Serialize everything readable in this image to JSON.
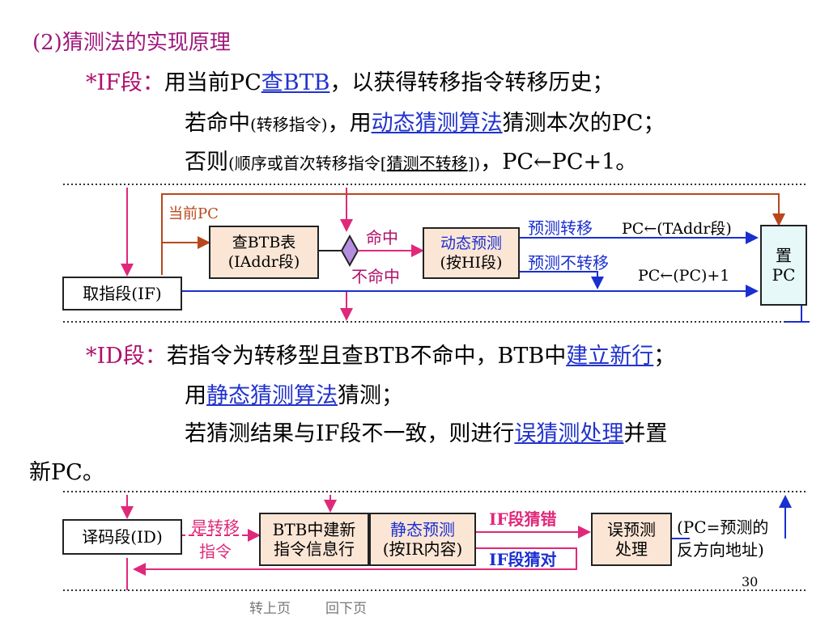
{
  "title": "(2)猜测法的实现原理",
  "if_section": {
    "marker": "*IF段：",
    "line1_a": "用当前PC",
    "line1_link": "查BTB",
    "line1_b": "，以获得转移指令转移历史；",
    "line2_a": "若命中",
    "line2_small": "(转移指令)",
    "line2_b": "，用",
    "line2_link": "动态猜测算法",
    "line2_c": "猜测本次的PC；",
    "line3_a": "否则",
    "line3_small_a": "(顺序或首次转移指令[",
    "line3_small_und": "猜测不转移",
    "line3_small_b": "])",
    "line3_b": "，PC←PC+1。"
  },
  "diagram1": {
    "current_pc": "当前PC",
    "btb_box_line1": "查BTB表",
    "btb_box_line2": "(IAddr段)",
    "hit": "命中",
    "miss": "不命中",
    "dyn_box_line1": "动态预测",
    "dyn_box_line2": "(按HI段)",
    "predict_taken": "预测转移",
    "pc_taddr": "PC←(TAddr段)",
    "predict_not_taken": "预测不转移",
    "pc_plus1": "PC←(PC)+1",
    "set_pc_line1": "置",
    "set_pc_line2": "PC",
    "fetch_stage": "取指段(IF)"
  },
  "id_section": {
    "marker": "*ID段：",
    "line1_a": "若指令为转移型且查BTB不命中，BTB中",
    "line1_link": "建立新行",
    "line1_b": "；",
    "line2_a": "用",
    "line2_link": "静态猜测算法",
    "line2_b": "猜测；",
    "line3_a": "若猜测结果与IF段不一致，则进行",
    "line3_link": "误猜测处理",
    "line3_b": "并置",
    "line4": "新PC。"
  },
  "diagram2": {
    "decode_stage": "译码段(ID)",
    "is_branch_line1": "是转移",
    "is_branch_line2": "指令",
    "btb_new_line1": "BTB中建新",
    "btb_new_line2": "指令信息行",
    "static_line1": "静态预测",
    "static_line2": "(按IR内容)",
    "if_wrong": "IF段猜错",
    "if_right": "IF段猜对",
    "mispredict_line1": "误预测",
    "mispredict_line2": "处理",
    "note_line1": "(PC=预测的",
    "note_line2": "反方向地址)"
  },
  "footer": {
    "page_num": "30",
    "prev_page": "转上页",
    "next_page": "回下页"
  }
}
